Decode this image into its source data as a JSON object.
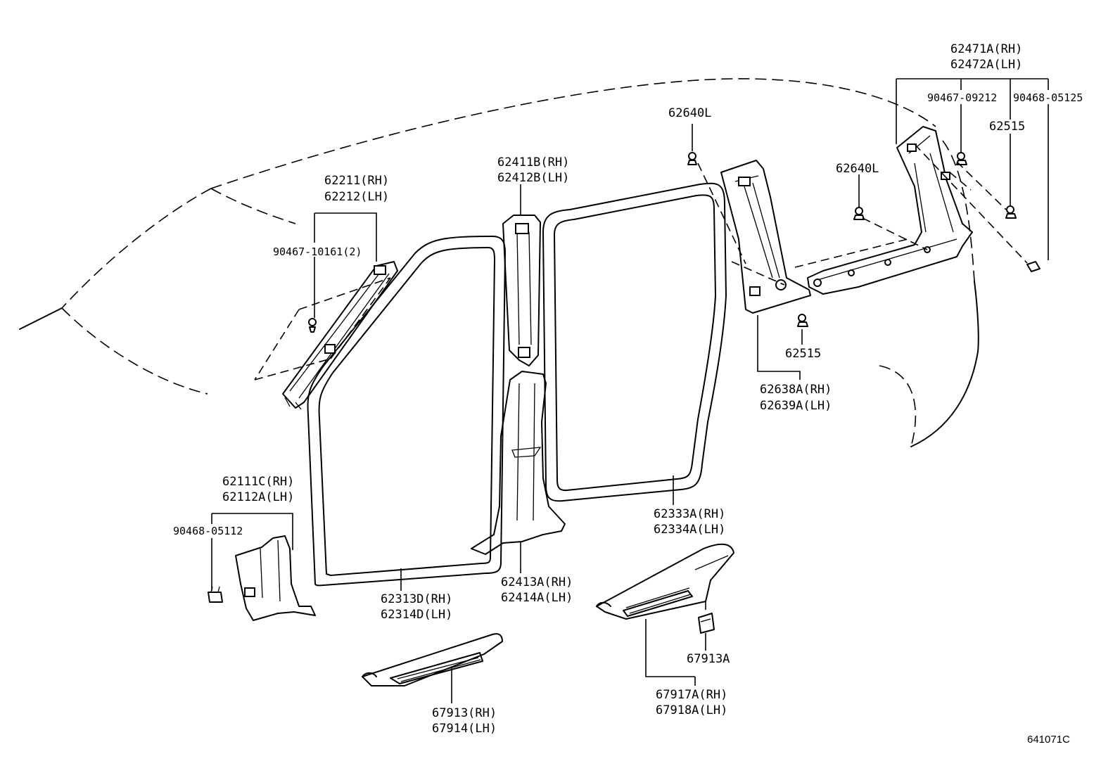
{
  "labels": {
    "a_pillar_garnish": {
      "rh": "62211(RH)",
      "lh": "62212(LH)"
    },
    "a_pillar_clip": "90467-10161(2)",
    "front_door_opening_trim": {
      "rh": "62313D(RH)",
      "lh": "62314D(LH)"
    },
    "cowl_side_trim": {
      "rh": "62111C(RH)",
      "lh": "62112A(LH)"
    },
    "cowl_side_clip": "90468-05112",
    "front_scuff_plate": {
      "rh": "67913(RH)",
      "lh": "67914(LH)"
    },
    "b_pillar_upper": {
      "rh": "62411B(RH)",
      "lh": "62412B(LH)"
    },
    "b_pillar_lower": {
      "rh": "62413A(RH)",
      "lh": "62414A(LH)"
    },
    "rear_door_opening_trim": {
      "rh": "62333A(RH)",
      "lh": "62334A(LH)"
    },
    "rear_scuff_plate": {
      "rh": "67917A(RH)",
      "lh": "67918A(LH)"
    },
    "rear_scuff_clip": "67913A",
    "c_pillar_clip_top": "62640L",
    "c_pillar_garnish": {
      "rh": "62638A(RH)",
      "lh": "62639A(LH)"
    },
    "c_pillar_clip_bottom": "62515",
    "d_pillar_clip": "62640L",
    "quarter_trim": {
      "rh": "62471A(RH)",
      "lh": "62472A(LH)"
    },
    "quarter_clip_a": "90467-09212",
    "quarter_clip_b": "90468-05125",
    "quarter_clip_c": "62515",
    "diagram_code": "641071C"
  }
}
